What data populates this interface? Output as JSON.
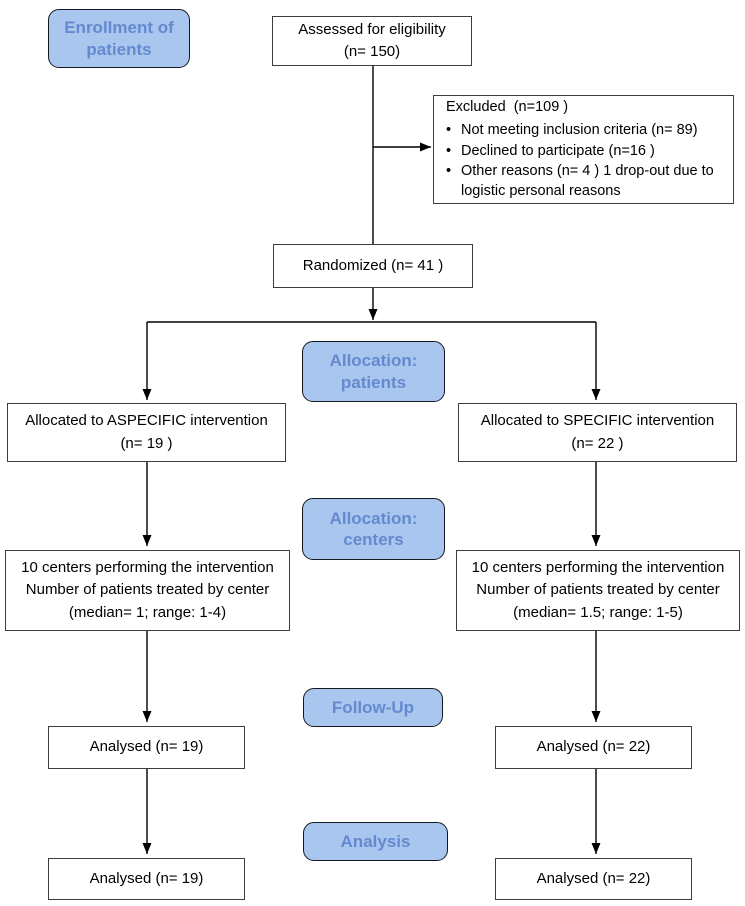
{
  "theme": {
    "stage_fill": "#a9c6ef",
    "stage_text": "#6589cf",
    "stage_border": "#15181f",
    "node_border": "#3d3d3d",
    "arrow_color": "#000000",
    "background": "#ffffff"
  },
  "stages": {
    "enrollment": "Enrollment of\npatients",
    "allocation_patients": "Allocation:\npatients",
    "allocation_centers": "Allocation:\ncenters",
    "follow_up": "Follow-Up",
    "analysis": "Analysis"
  },
  "nodes": {
    "assessed": "Assessed for eligibility\n(n= 150)",
    "excluded_title": "Excluded  (n=109 )",
    "excluded_items": [
      "Not meeting inclusion criteria (n= 89)",
      "Declined to participate (n=16 )",
      "Other reasons (n= 4 ) 1 drop-out due to logistic personal reasons"
    ],
    "bullet_glyph": "•",
    "randomized": "Randomized (n= 41 )",
    "allocated_left": "Allocated to ASPECIFIC intervention\n(n= 19 )",
    "allocated_right": "Allocated to SPECIFIC intervention\n(n= 22 )",
    "centers_left": "10 centers performing the intervention\nNumber of patients treated by center\n(median= 1; range: 1-4)",
    "centers_right": "10 centers performing the intervention\nNumber of patients treated by center\n(median= 1.5; range: 1-5)",
    "analysed_followup_left": "Analysed  (n= 19)",
    "analysed_followup_right": "Analysed  (n= 22)",
    "analysed_analysis_left": "Analysed  (n= 19)",
    "analysed_analysis_right": "Analysed  (n= 22)"
  }
}
